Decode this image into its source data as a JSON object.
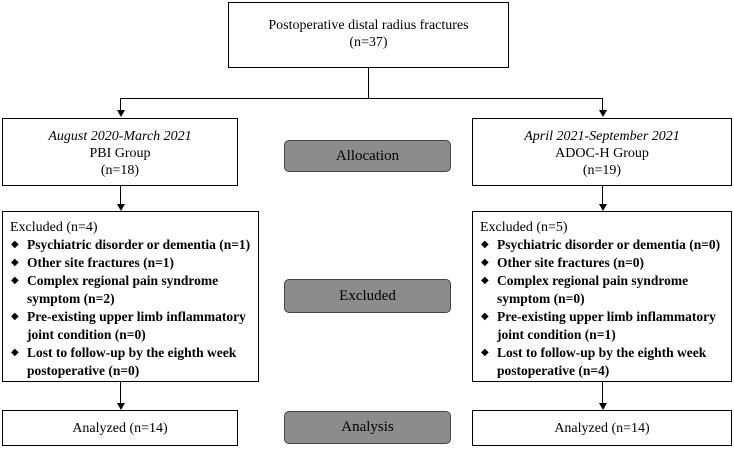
{
  "top": {
    "title": "Postoperative distal radius fractures",
    "count": "(n=37)"
  },
  "stages": {
    "allocation": "Allocation",
    "excluded": "Excluded",
    "analysis": "Analysis"
  },
  "left": {
    "period": "August 2020-March 2021",
    "group": "PBI Group",
    "count": "(n=18)",
    "excluded_header": "Excluded (n=4)",
    "excluded_items": [
      "Psychiatric disorder or dementia (n=1)",
      "Other site fractures (n=1)",
      "Complex regional pain syndrome\nsymptom (n=2)",
      "Pre-existing upper limb inflammatory\njoint condition (n=0)",
      "Lost to follow-up by the eighth week\npostoperative (n=0)"
    ],
    "analyzed": "Analyzed (n=14)"
  },
  "right": {
    "period": "April 2021-September 2021",
    "group": "ADOC-H Group",
    "count": "(n=19)",
    "excluded_header": "Excluded (n=5)",
    "excluded_items": [
      "Psychiatric disorder or dementia (n=0)",
      "Other site fractures (n=0)",
      "Complex regional pain syndrome\nsymptom (n=0)",
      "Pre-existing upper limb inflammatory\njoint condition (n=1)",
      "Lost to follow-up by the eighth week\npostoperative (n=4)"
    ],
    "analyzed": "Analyzed (n=14)"
  },
  "bullet_glyph": "◆"
}
